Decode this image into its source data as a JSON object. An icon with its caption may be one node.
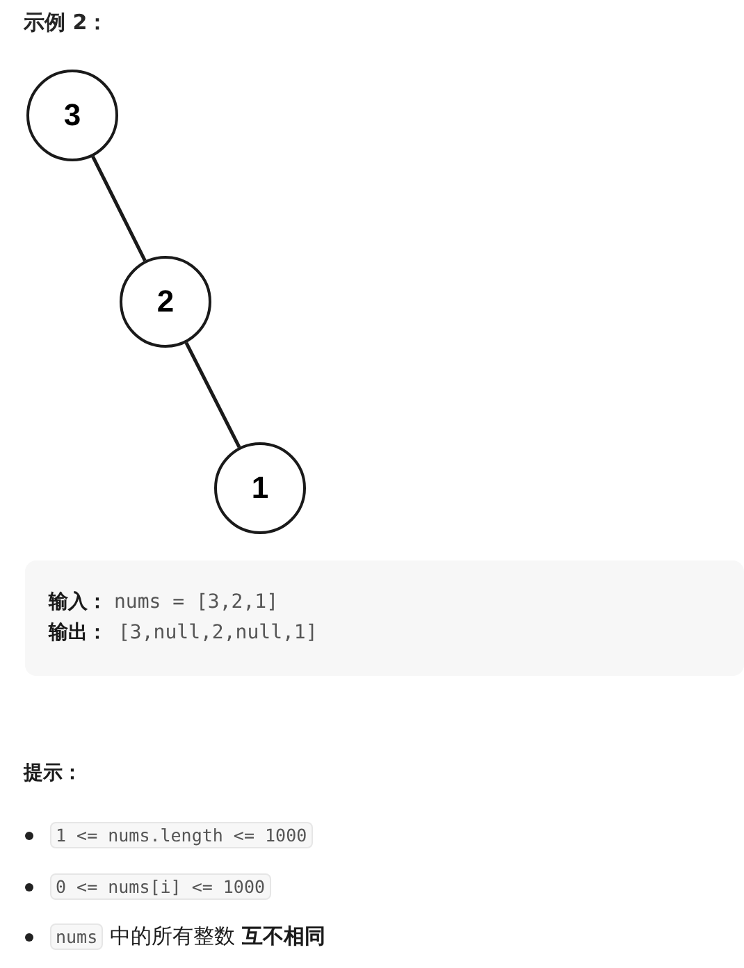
{
  "diagram": {
    "title": "示例 2：",
    "nodes": [
      {
        "text": [
          "3"
        ]
      },
      {
        "text": [
          "2"
        ]
      },
      {
        "text": [
          "1"
        ]
      }
    ],
    "edges": [
      {
        "from": 0,
        "to": 1,
        "arrow": "none"
      },
      {
        "from": 1,
        "to": 2,
        "arrow": "none"
      }
    ],
    "labels": [
      "输入：",
      "nums = [3,2,1]",
      "输出：",
      "[3,null,2,null,1]",
      "提示：",
      "1 <= nums.length <= 1000",
      "0 <= nums[i] <= 1000",
      "nums",
      "中的所有整数 **互不相同**"
    ]
  }
}
